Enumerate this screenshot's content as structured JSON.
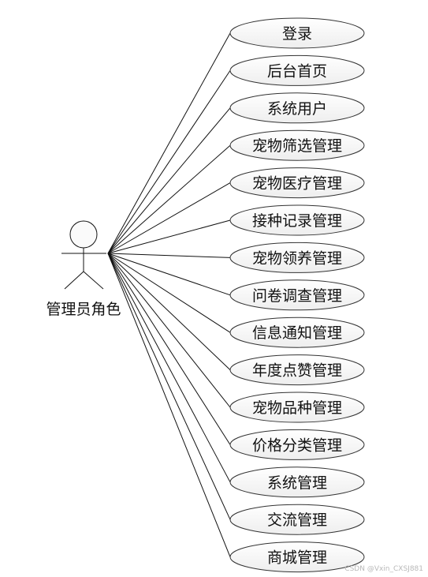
{
  "actor": {
    "label": "管理员角色"
  },
  "use_cases": [
    "登录",
    "后台首页",
    "系统用户",
    "宠物筛选管理",
    "宠物医疗管理",
    "接种记录管理",
    "宠物领养管理",
    "问卷调查管理",
    "信息通知管理",
    "年度点赞管理",
    "宠物品种管理",
    "价格分类管理",
    "系统管理",
    "交流管理",
    "商城管理"
  ],
  "watermark": "CSDN @Vxin_CXSJ881"
}
